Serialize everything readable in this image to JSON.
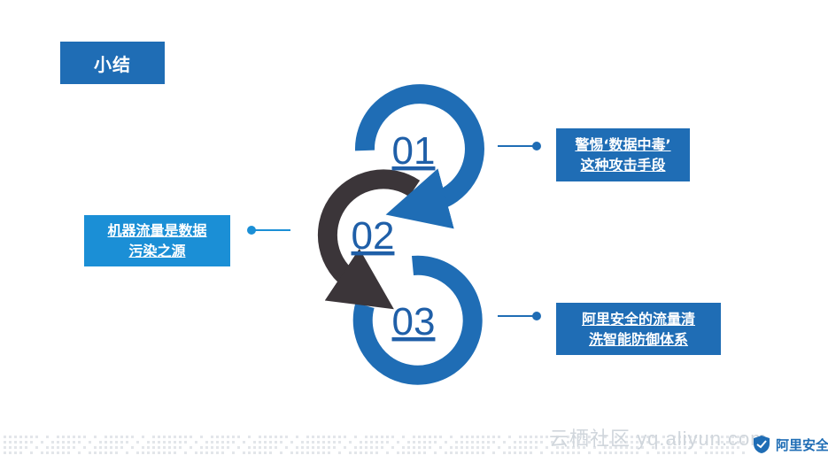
{
  "header": {
    "title": "小结"
  },
  "steps": [
    {
      "number": "01",
      "lines": [
        "警惕‘数据中毒’",
        "这种攻击手段"
      ]
    },
    {
      "number": "02",
      "lines": [
        "机器流量是数据",
        "污染之源"
      ]
    },
    {
      "number": "03",
      "lines": [
        "阿里安全的流量清",
        "洗智能防御体系"
      ]
    }
  ],
  "footer": {
    "watermark": "云栖社区 yq.aliyun.com",
    "logo_text": "阿里安全"
  },
  "colors": {
    "blue": "#1f6db5",
    "light_blue": "#1b8fd6",
    "dark_ring": "#3b3539",
    "number_color": "#1f5fa8"
  },
  "icons": [
    "shield-icon"
  ]
}
